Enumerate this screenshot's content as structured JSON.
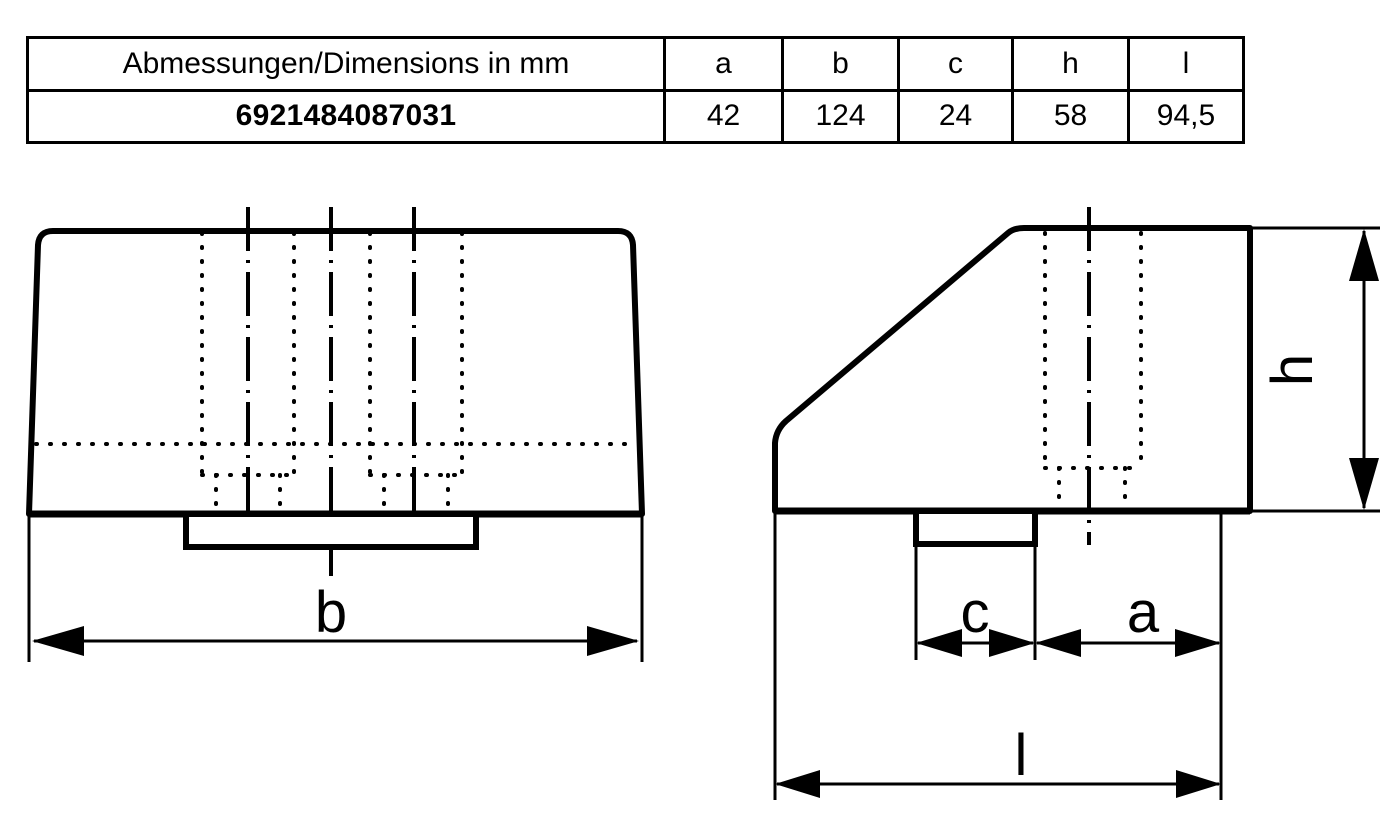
{
  "table": {
    "header_label": "Abmessungen/Dimensions in mm",
    "part_number": "6921484087031",
    "columns": [
      "a",
      "b",
      "c",
      "h",
      "l"
    ],
    "values": [
      "42",
      "124",
      "24",
      "58",
      "94,5"
    ],
    "shaded_columns": [
      "b",
      "h"
    ],
    "shade_color": "#dcdcdc",
    "line_color": "#000000"
  },
  "drawing": {
    "front_view": {
      "name": "front-view",
      "dimension_label": "b",
      "dimension_value": "124"
    },
    "side_view": {
      "name": "side-view",
      "dimension_labels": [
        "h",
        "c",
        "a",
        "l"
      ],
      "height_label": "h",
      "height_value": "58",
      "c_label": "c",
      "c_value": "24",
      "a_label": "a",
      "a_value": "42",
      "length_label": "l",
      "length_value": "94,5"
    }
  }
}
